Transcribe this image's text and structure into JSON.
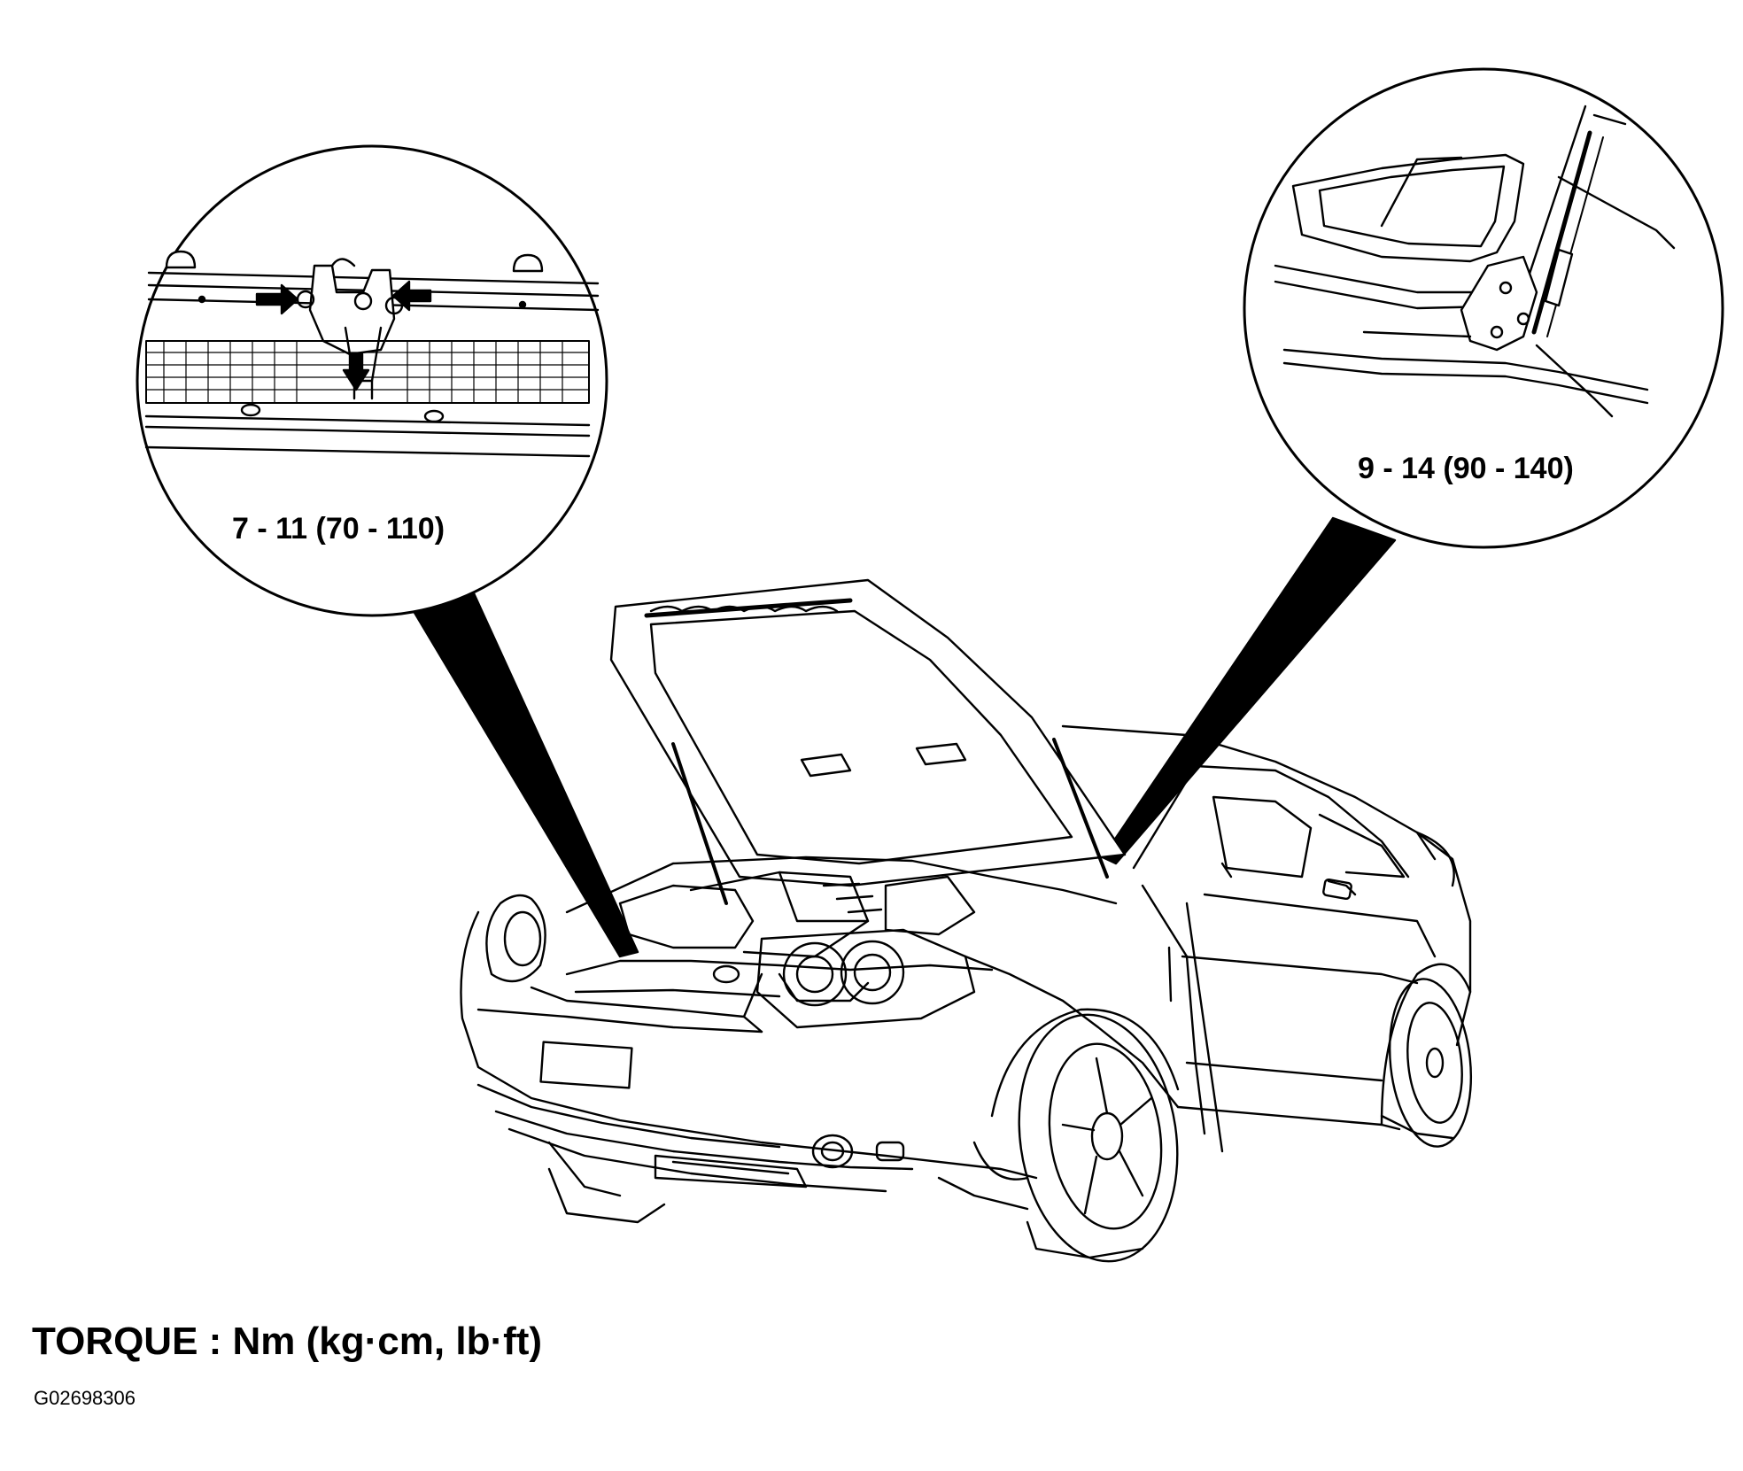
{
  "callouts": {
    "left_torque": "7 - 11 (70 - 110)",
    "right_torque": "9 - 14 (90 - 140)"
  },
  "caption": {
    "torque_units": "TORQUE : Nm (kg·cm, lb·ft)",
    "figure_id": "G02698306"
  },
  "colors": {
    "ink": "#000000",
    "paper": "#ffffff"
  }
}
